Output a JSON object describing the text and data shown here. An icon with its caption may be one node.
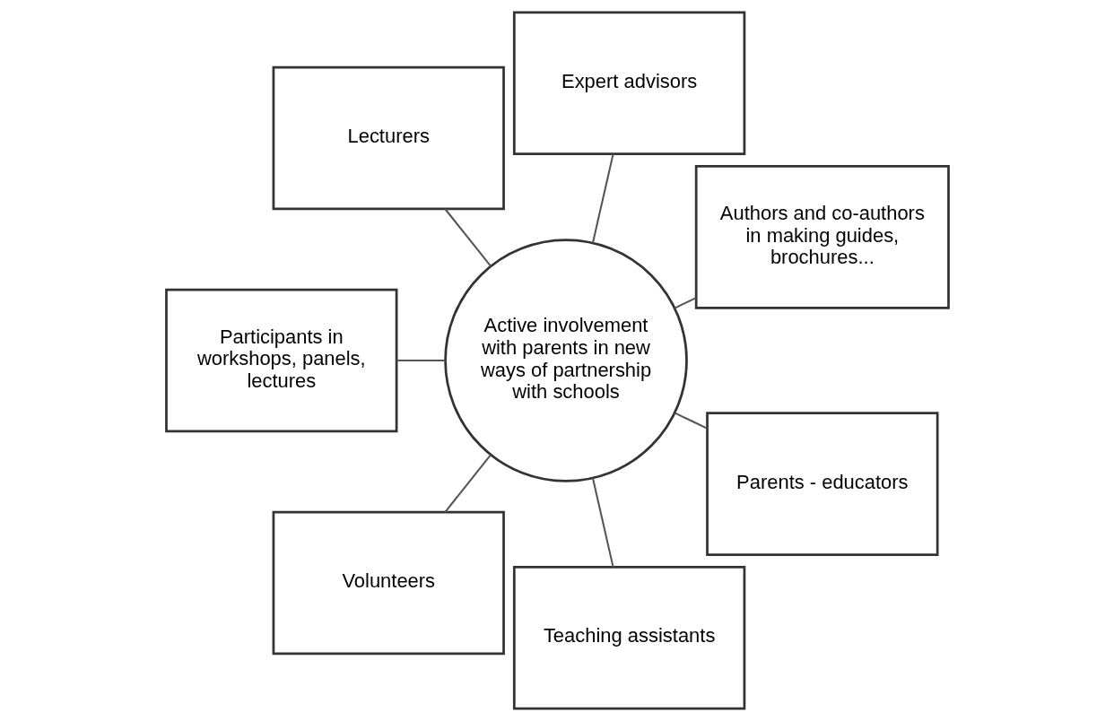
{
  "diagram": {
    "nodes": [
      {
        "text": [
          "Authors and co-authors in making guides, brochures..."
        ]
      },
      {
        "text": [
          "Expert advisors"
        ]
      },
      {
        "text": [
          "Lecturers"
        ]
      },
      {
        "text": [
          "Participants in workshops, panels, lectures"
        ]
      },
      {
        "text": [
          "Volunteers"
        ]
      },
      {
        "text": [
          "Active involvement with parents in new ways of partnership with schools"
        ]
      },
      {
        "text": [
          "Teaching assistants"
        ]
      },
      {
        "text": [
          "Parents - educators"
        ]
      }
    ],
    "edges": [
      {
        "from": 5,
        "to": 0,
        "arrow": "none"
      },
      {
        "from": 5,
        "to": 1,
        "arrow": "none"
      },
      {
        "from": 5,
        "to": 2,
        "arrow": "none"
      },
      {
        "from": 5,
        "to": 3,
        "arrow": "none"
      },
      {
        "from": 5,
        "to": 4,
        "arrow": "none"
      },
      {
        "from": 5,
        "to": 6,
        "arrow": "none"
      },
      {
        "from": 5,
        "to": 7,
        "arrow": "none"
      }
    ]
  }
}
